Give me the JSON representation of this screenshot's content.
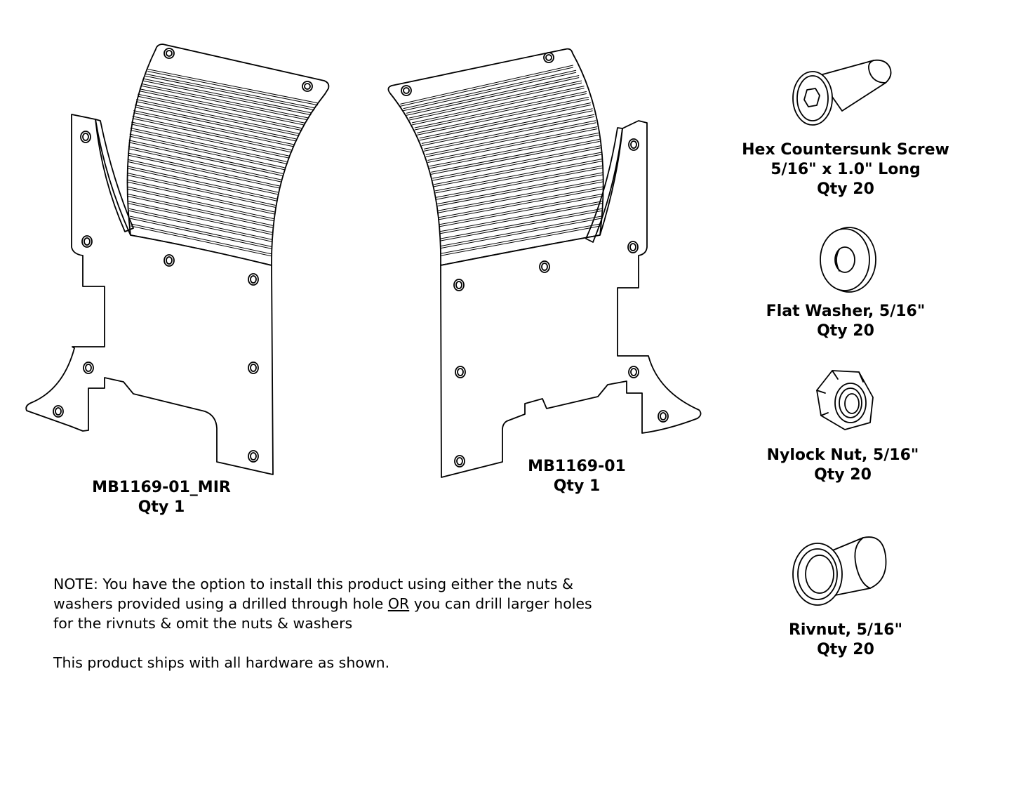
{
  "parts": [
    {
      "id": "left-plate",
      "part_number": "MB1169-01_MIR",
      "qty": "Qty 1"
    },
    {
      "id": "right-plate",
      "part_number": "MB1169-01",
      "qty": "Qty 1"
    }
  ],
  "hardware": [
    {
      "id": "screw",
      "name": "Hex Countersunk Screw",
      "size": "5/16\" x 1.0\" Long",
      "qty": "Qty 20",
      "icon": "hex-countersunk-screw-icon"
    },
    {
      "id": "washer",
      "name": "Flat Washer, 5/16\"",
      "qty": "Qty 20",
      "icon": "flat-washer-icon"
    },
    {
      "id": "nut",
      "name": "Nylock Nut, 5/16\"",
      "qty": "Qty 20",
      "icon": "nylock-nut-icon"
    },
    {
      "id": "rivnut",
      "name": "Rivnut, 5/16\"",
      "qty": "Qty 20",
      "icon": "rivnut-icon"
    }
  ],
  "note": {
    "line1": "NOTE:  You have the option to install this product using either the nuts &",
    "line2_before": "washers provided using a drilled through hole ",
    "line2_underlined": "OR",
    "line2_after": " you can drill larger holes",
    "line3": "for the rivnuts & omit the nuts & washers",
    "line4": "This product ships with all hardware as shown."
  }
}
